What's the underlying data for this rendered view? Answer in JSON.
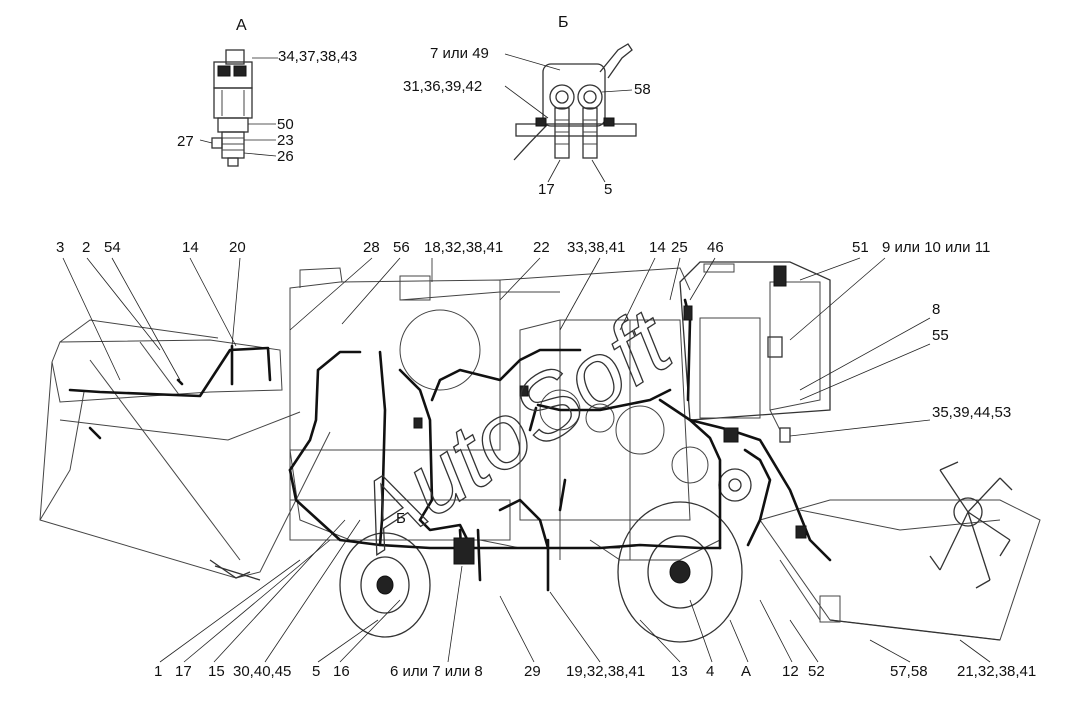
{
  "views": {
    "a": {
      "title": "А",
      "labels": [
        "34,37,38,43",
        "50",
        "23",
        "26",
        "27"
      ]
    },
    "b": {
      "title": "Б",
      "labels": [
        "7 или 49",
        "31,36,39,42",
        "58",
        "17",
        "5"
      ]
    }
  },
  "top_labels": [
    "3",
    "2",
    "54",
    "14",
    "20",
    "28",
    "56",
    "18,32,38,41",
    "22",
    "33,38,41",
    "14",
    "25",
    "46",
    "51",
    "9 или 10 или 11"
  ],
  "right_labels": [
    "8",
    "55",
    "35,39,44,53"
  ],
  "bottom_labels": [
    "1",
    "17",
    "15",
    "30,40,45",
    "5",
    "16",
    "6 или 7 или 8",
    "29",
    "19,32,38,41",
    "13",
    "4",
    "А",
    "12",
    "52",
    "57,58",
    "21,32,38,41"
  ],
  "inline_labels": [
    "Б"
  ],
  "watermark": "AutoSoft"
}
